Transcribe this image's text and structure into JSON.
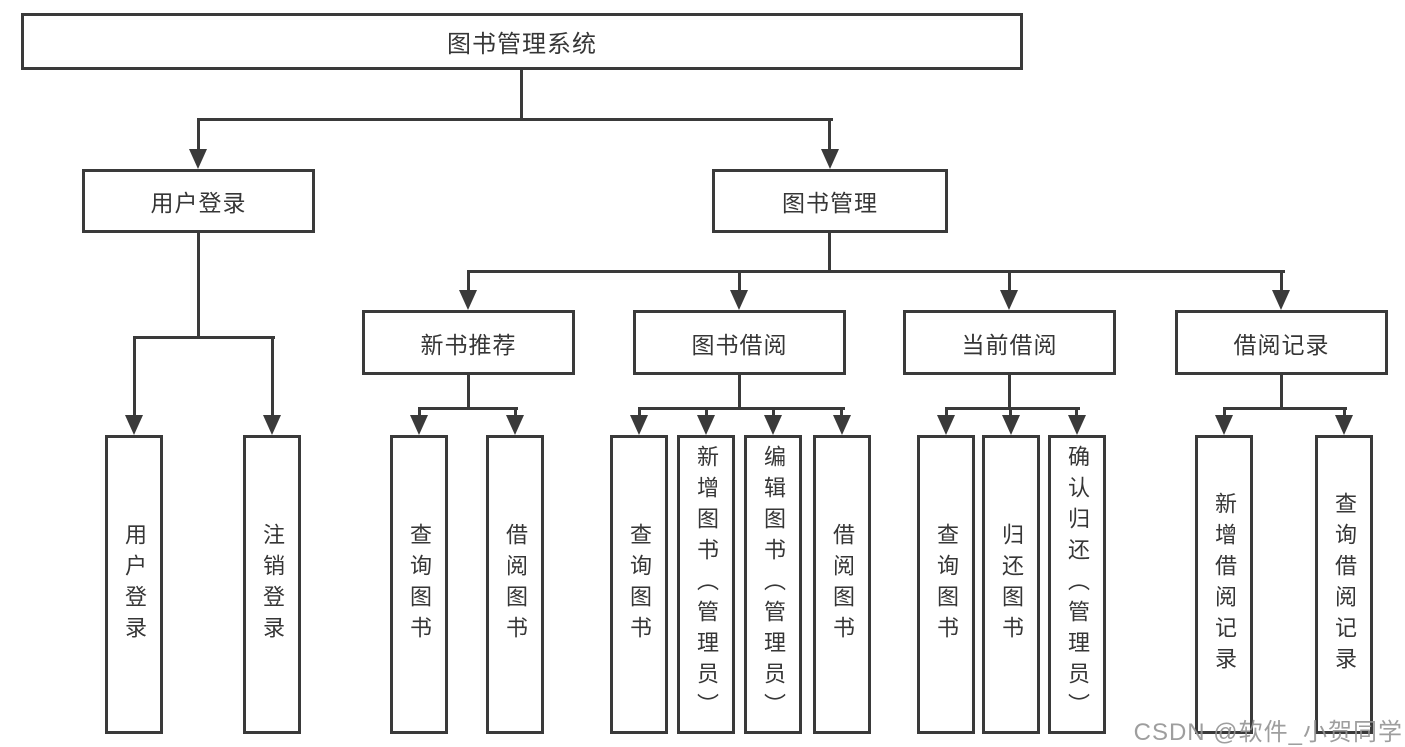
{
  "diagram": {
    "root": {
      "label": "图书管理系统"
    },
    "branches": {
      "user_login": {
        "label": "用户登录",
        "children": {
          "login": "用户登录",
          "logout": "注销登录"
        }
      },
      "book_management": {
        "label": "图书管理",
        "children": {
          "new_book_recommend": {
            "label": "新书推荐",
            "children": {
              "query_books": "查询图书",
              "borrow_books": "借阅图书"
            }
          },
          "book_borrow": {
            "label": "图书借阅",
            "children": {
              "query_books": "查询图书",
              "add_books": "新增图书（管理员）",
              "edit_books": "编辑图书（管理员）",
              "borrow_books": "借阅图书"
            }
          },
          "current_borrow": {
            "label": "当前借阅",
            "children": {
              "query_books": "查询图书",
              "return_books": "归还图书",
              "confirm_return": "确认归还（管理员）"
            }
          },
          "borrow_records": {
            "label": "借阅记录",
            "children": {
              "add_record": "新增借阅记录",
              "query_record": "查询借阅记录"
            }
          }
        }
      }
    },
    "watermark": "CSDN @软件_小贺同学",
    "colors": {
      "line": "#3a3a3a",
      "text": "#363636",
      "watermark": "#949494",
      "background": "#ffffff"
    }
  }
}
